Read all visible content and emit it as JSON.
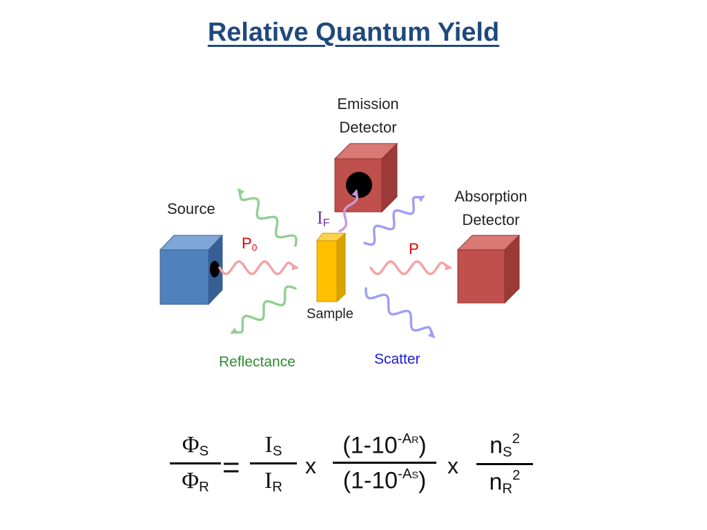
{
  "title": "Relative Quantum Yield",
  "labels": {
    "emission_detector_line1": "Emission",
    "emission_detector_line2": "Detector",
    "source": "Source",
    "absorption_detector_line1": "Absorption",
    "absorption_detector_line2": "Detector",
    "p0_main": "P",
    "p0_sub": "0",
    "p": "P",
    "if_main": "I",
    "if_sub": "F",
    "sample": "Sample",
    "reflectance": "Reflectance",
    "scatter": "Scatter"
  },
  "equation": {
    "phi": "Φ",
    "sub_s": "S",
    "sub_r": "R",
    "equals": "=",
    "intensity": "I",
    "times": "x",
    "abs_open": "(1-10",
    "abs_exp_prefix": "-A",
    "abs_close": ")",
    "n": "n",
    "square": "2"
  },
  "colors": {
    "title": "#1f497d",
    "source_box": "#4f81bd",
    "detector_box": "#c0504d",
    "sample": "#ffc000",
    "excitation_wave": "#f4a3a3",
    "reflectance_wave": "#93cf93",
    "scatter_wave": "#9f9ff5",
    "emission_wave": "#c89bd8"
  }
}
